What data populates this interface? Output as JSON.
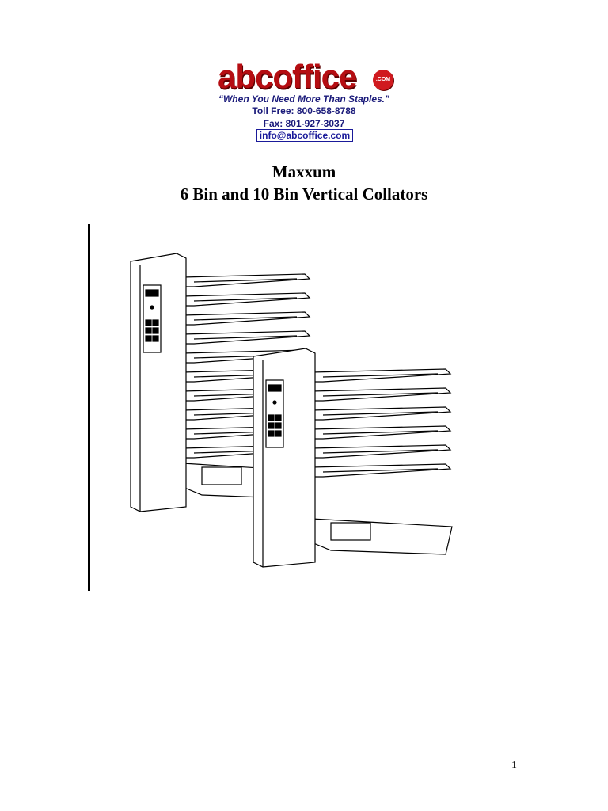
{
  "header": {
    "logo": {
      "text": "abcoffice",
      "badge": ".COM"
    },
    "tagline": "“When You Need More Than Staples.”",
    "toll_free": "Toll Free:  800-658-8788",
    "fax": "Fax:  801-927-3037",
    "email": "info@abcoffice.com"
  },
  "title": {
    "line1": "Maxxum",
    "line2": "6 Bin and 10 Bin Vertical Collators"
  },
  "figure": {
    "left_unit": {
      "bins": 10
    },
    "right_unit": {
      "bins": 6
    }
  },
  "footer": {
    "page_number": "1"
  },
  "colors": {
    "logo_red": "#b50d12",
    "link_blue": "#1a1a9a"
  }
}
